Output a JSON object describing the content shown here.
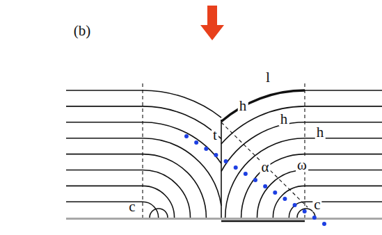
{
  "diagram": {
    "labels": [
      "(b)",
      "l",
      "t",
      "h",
      "h",
      "h",
      "α",
      "ω",
      "c",
      "c"
    ]
  }
}
